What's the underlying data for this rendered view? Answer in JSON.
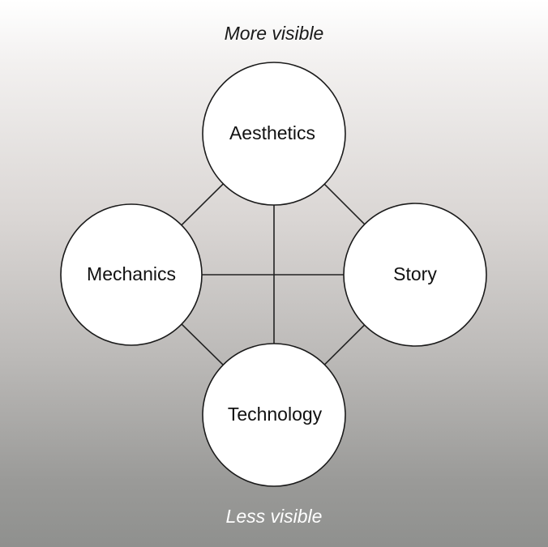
{
  "top_caption": "More visible",
  "bottom_caption": "Less visible",
  "nodes": {
    "aesthetics": "Aesthetics",
    "mechanics": "Mechanics",
    "story": "Story",
    "technology": "Technology"
  },
  "colors": {
    "node_fill": "#ffffff",
    "line": "#222222",
    "background_top": "#ffffff",
    "background_bottom": "#8f908e"
  }
}
